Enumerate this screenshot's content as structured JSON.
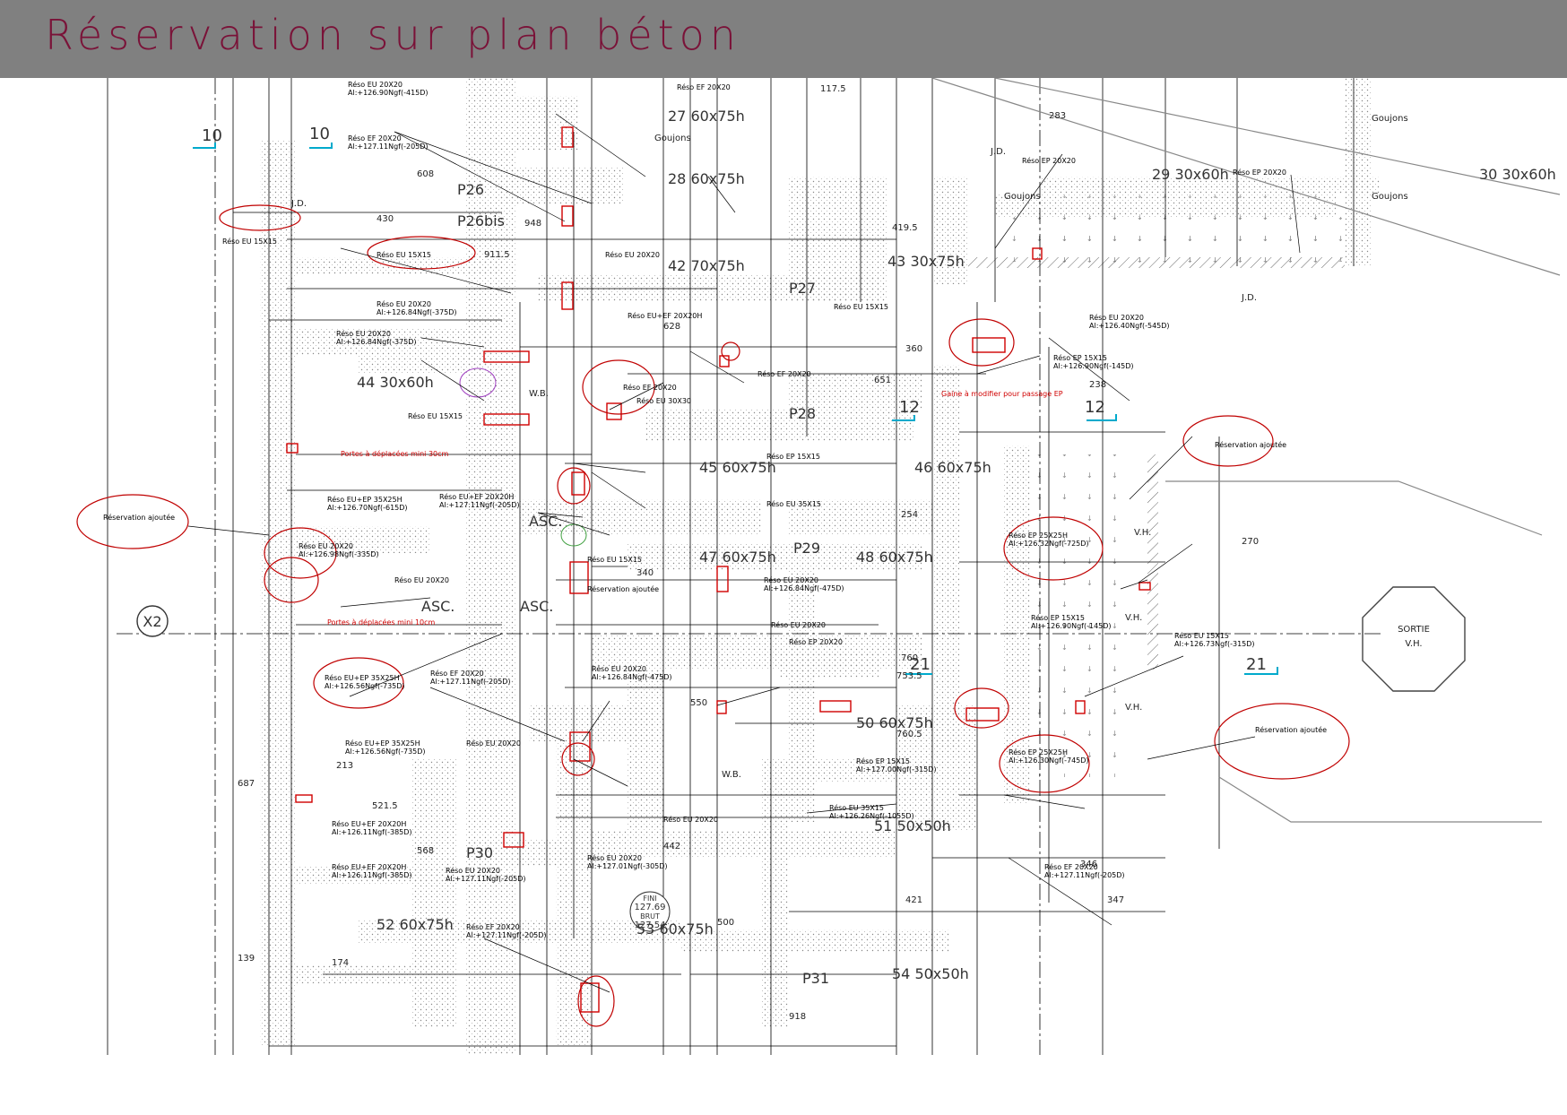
{
  "title": "Réservation sur plan béton",
  "colors": {
    "header_bg": "#808080",
    "title": "#7a1238",
    "linework": "#000000",
    "markup": "#d00000",
    "cyan": "#00aacc"
  },
  "labels": {
    "reso_eu_15x15": "Réso EU 15X15",
    "reso_ef_20x20": "Réso EF 20X20",
    "reso_eu_20x20": "Réso EU 20X20",
    "reso_ep_20x20": "Réso EP 20X20",
    "reso_eu_30x30": "Réso EU 30X30",
    "reso_ep_15x15": "Réso EP 15X15",
    "reso_eu_35x15": "Réso EU 35X15",
    "reso_ep_25x25": "Réso EP 25X25H",
    "reso_euep_35x25": "Réso EU+EP 35X25H",
    "reso_euef_20x20": "Réso EU+EF 20X20H",
    "reserv_ajoutee": "Réservation ajoutée",
    "portes_deplacees_1": "Portes à déplacées mini 30cm",
    "portes_deplacees_2": "Portes à déplacées mini 10cm",
    "gaine": "Gaine à modifier pour passage EP",
    "sortie": "SORTIE",
    "vh": "V.H.",
    "goujons": "Goujons",
    "asc": "ASC.",
    "wb": "W.B.",
    "jd": "J.D.",
    "x2": "X2",
    "fini": "FINI",
    "fini_val": "127.69",
    "brut": "BRUT",
    "brut_val": "127.54",
    "ref_10": "10",
    "ref_12": "12",
    "ref_21": "21"
  },
  "elevations": {
    "a1": "Al:+126.90Ngf(-415D)",
    "a2": "Al:+127.11Ngf(-205D)",
    "a3": "Al:+126.84Ngf(-375D)",
    "a4": "Al:+126.70Ngf(-615D)",
    "a5": "Al:+126.98Ngf(-335D)",
    "a6": "Al:+126.84Ngf(-475D)",
    "a7": "Al:+126.56Ngf(-735D)",
    "a8": "Al:+126.11Ngf(-385D)",
    "a9": "Al:+126.40Ngf(-545D)",
    "a10": "Al:+126.90Ngf(-145D)",
    "a11": "Al:+126.32Ngf(-725D)",
    "a12": "Al:+126.73Ngf(-315D)",
    "a13": "Al:+126.30Ngf(-745D)",
    "a14": "Al:+127.00Ngf(-315D)",
    "a15": "Al:+126.26Ngf(-1055D)",
    "a16": "Al:+127.01Ngf(-305D)"
  },
  "beams": {
    "b27": "27 60x75h",
    "b28": "28 60x75h",
    "b29": "29 30x60h",
    "b30": "30 30x60h",
    "b42": "42 70x75h",
    "b43": "43 30x75h",
    "b44": "44 30x60h",
    "b45": "45 60x75h",
    "b46": "46 60x75h",
    "b47": "47 60x75h",
    "b48": "48 60x75h",
    "b50": "50 60x75h",
    "b51": "51 50x50h",
    "b52": "52 60x75h",
    "b53": "53 60x75h",
    "b54": "54 50x50h",
    "p26": "P26",
    "p26b": "P26bis",
    "p27": "P27",
    "p28": "P28",
    "p29": "P29",
    "p30": "P30",
    "p31": "P31"
  },
  "dims": {
    "d1": "430",
    "d2": "608",
    "d3": "948",
    "d4": "911.5",
    "d5": "419.5",
    "d6": "651",
    "d7": "340",
    "d8": "760",
    "d9": "753.5",
    "d10": "760.5",
    "d11": "521.5",
    "d12": "568",
    "d13": "918",
    "d14": "213",
    "d15": "283",
    "d16": "117.5",
    "d17": "442",
    "d18": "421",
    "d19": "346",
    "d20": "347",
    "d21": "687",
    "d22": "139",
    "d23": "174",
    "d24": "254",
    "d25": "270",
    "d26": "550",
    "d27": "500",
    "d28": "360",
    "d29": "238",
    "d30": "628"
  }
}
